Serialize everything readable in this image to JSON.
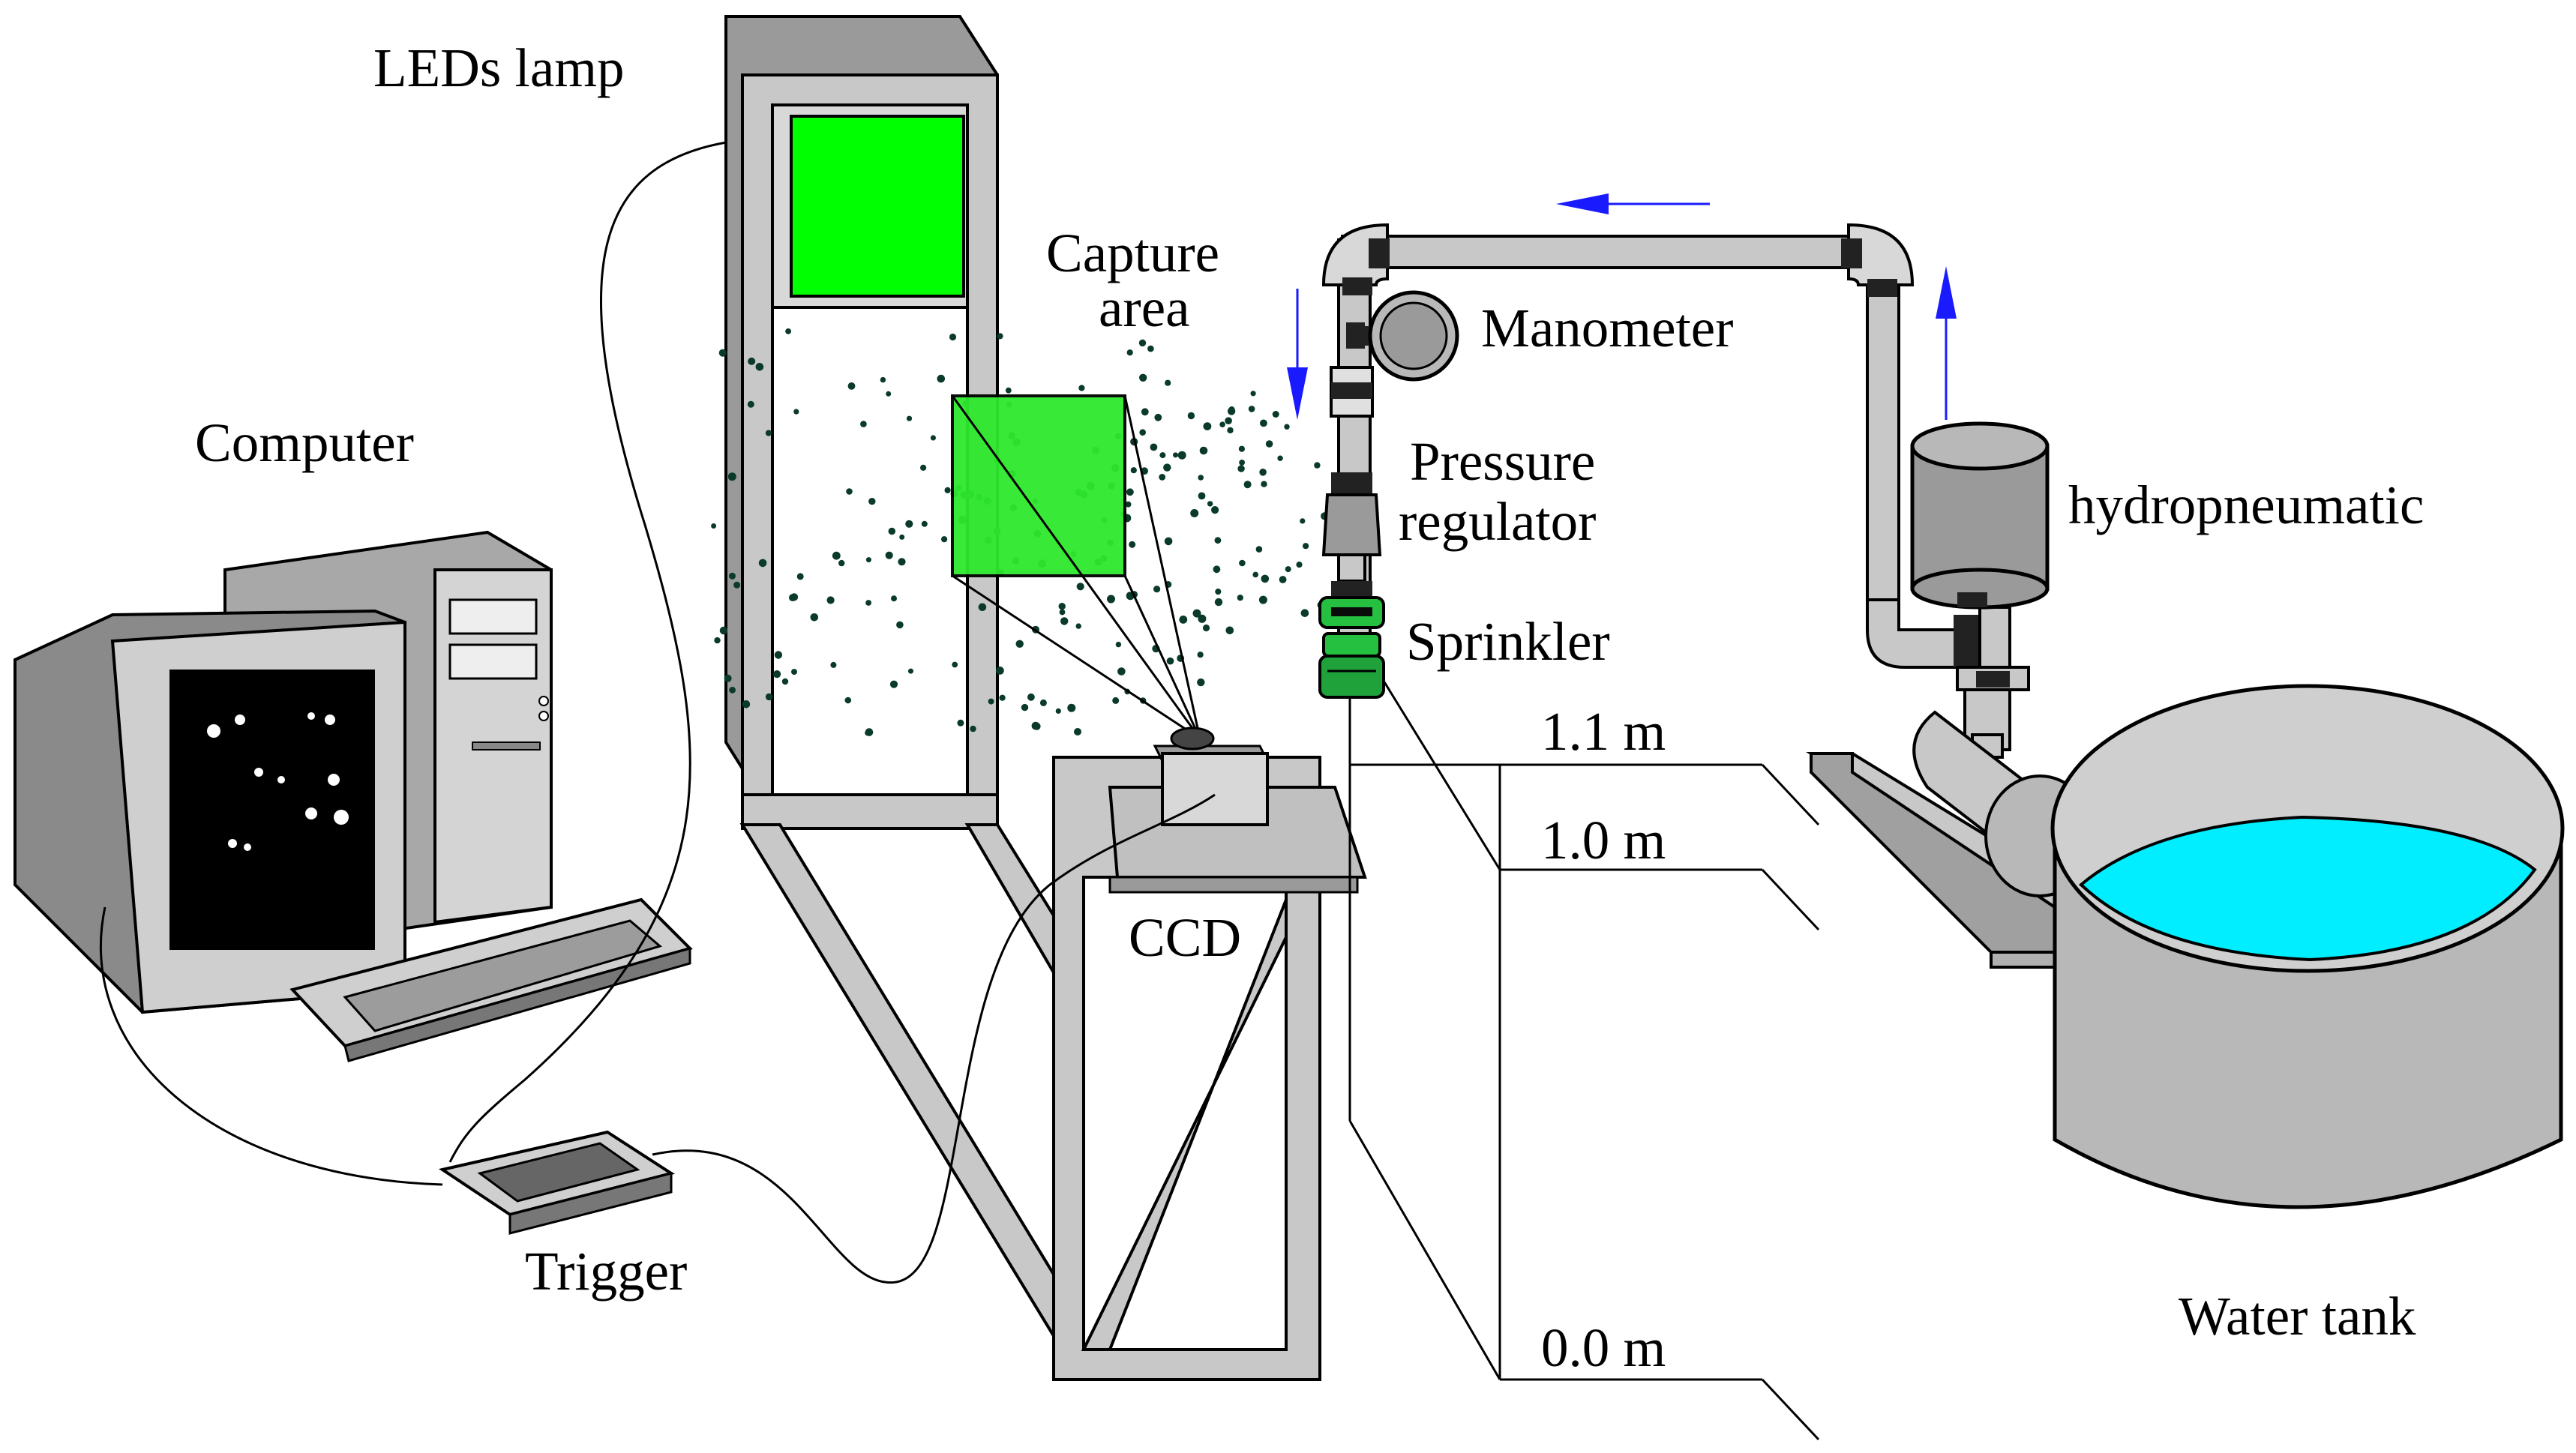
{
  "labels": {
    "leds_lamp": "LEDs lamp",
    "capture_area_line1": "Capture",
    "capture_area_line2": "area",
    "computer": "Computer",
    "manometer": "Manometer",
    "pressure_regulator_line1": "Pressure",
    "pressure_regulator_line2": "regulator",
    "sprinkler": "Sprinkler",
    "hydropneumatic": "hydropneumatic",
    "ccd": "CCD",
    "trigger": "Trigger",
    "water_tank": "Water tank"
  },
  "heights": {
    "h_1_1": "1.1 m",
    "h_1_0": "1.0 m",
    "h_0_0": "0.0 m"
  },
  "colors": {
    "led_green": "#00ff00",
    "sprinkler_green": "#1fa23a",
    "water_cyan": "#00eeff",
    "flow_arrow": "#1a1aff",
    "metal_gray": "#bdbdbd"
  },
  "icons": {
    "flow_direction": "arrow-icon"
  }
}
